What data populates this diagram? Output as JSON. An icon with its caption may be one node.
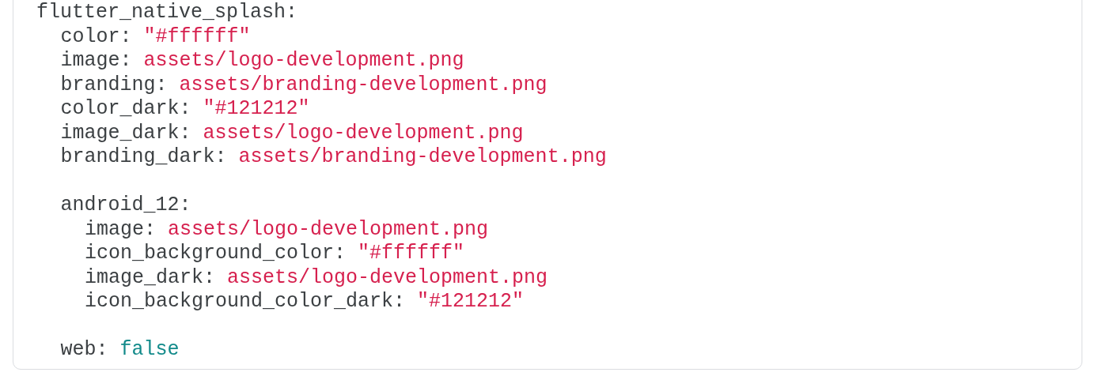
{
  "diagram": {
    "labels": [
      "flutter_native_splash:",
      "color:",
      "\"#ffffff\"",
      "image:",
      "assets/logo-development.png",
      "branding:",
      "assets/branding-development.png",
      "color_dark:",
      "\"#121212\"",
      "image_dark:",
      "assets/logo-development.png",
      "branding_dark:",
      "assets/branding-development.png",
      "android_12:",
      "image:",
      "assets/logo-development.png",
      "icon_background_color:",
      "\"#ffffff\"",
      "image_dark:",
      "assets/logo-development.png",
      "icon_background_color_dark:",
      "\"#121212\"",
      "web:",
      "false"
    ]
  }
}
